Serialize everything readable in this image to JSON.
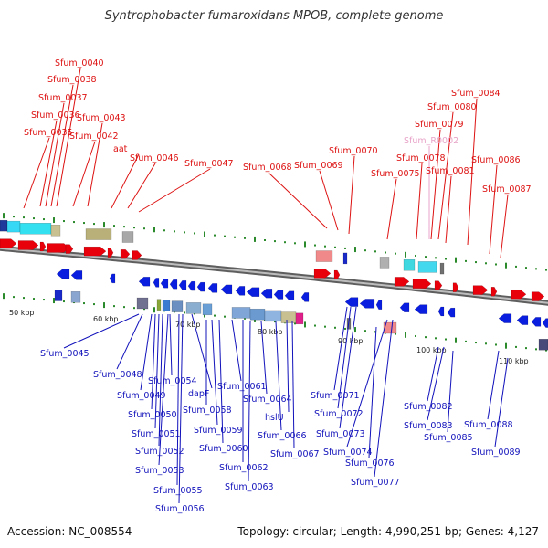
{
  "title": "Syntrophobacter fumaroxidans MPOB, complete genome",
  "footer": {
    "accession": "Accession: NC_008554",
    "summary": "Topology: circular; Length: 4,990,251 bp; Genes: 4,127"
  },
  "colors": {
    "top_label": "#dd1111",
    "bottom_label": "#1111bb",
    "rna_label": "#e8a3c8",
    "forward_gene": "#e8000b",
    "reverse_gene": "#0a1ee0",
    "backbone": "#7a7a7a",
    "tick": "#2b8a2b"
  },
  "kbp_labels": [
    "50 kbp",
    "60 kbp",
    "70 kbp",
    "80 kbp",
    "90 kbp",
    "100 kbp",
    "110 kbp"
  ],
  "top_labels": [
    "Sfum_0040",
    "Sfum_0038",
    "Sfum_0037",
    "Sfum_0036",
    "Sfum_0035",
    "Sfum_0043",
    "Sfum_0042",
    "aat",
    "Sfum_0046",
    "Sfum_0047",
    "Sfum_0068",
    "Sfum_0069",
    "Sfum_0070",
    "Sfum_0084",
    "Sfum_0080",
    "Sfum_0079",
    "Sfum_R0002",
    "Sfum_0078",
    "Sfum_0075",
    "Sfum_0081",
    "Sfum_0086",
    "Sfum_0087"
  ],
  "bottom_labels": [
    "Sfum_0045",
    "Sfum_0048",
    "Sfum_0054",
    "Sfum_0049",
    "dapF",
    "Sfum_0061",
    "Sfum_0050",
    "Sfum_0058",
    "Sfum_0064",
    "Sfum_0059",
    "hslU",
    "Sfum_0051",
    "Sfum_0066",
    "Sfum_0060",
    "Sfum_0052",
    "Sfum_0067",
    "Sfum_0062",
    "Sfum_0053",
    "Sfum_0055",
    "Sfum_0063",
    "Sfum_0056",
    "Sfum_0071",
    "Sfum_0072",
    "Sfum_0073",
    "Sfum_0074",
    "Sfum_0076",
    "Sfum_0077",
    "Sfum_0082",
    "Sfum_0083",
    "Sfum_0085",
    "Sfum_0088",
    "Sfum_0089"
  ]
}
